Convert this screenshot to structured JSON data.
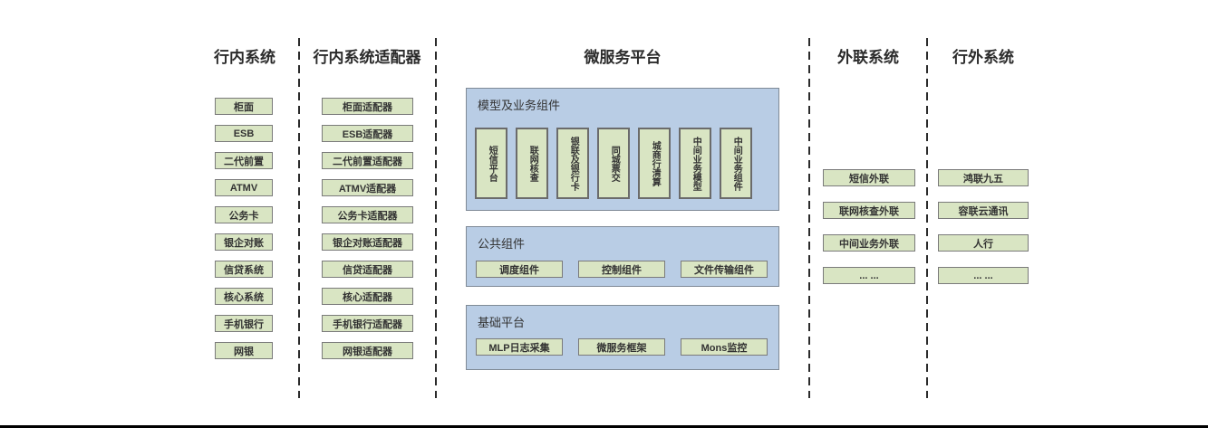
{
  "colors": {
    "box_fill": "#d9e5c3",
    "box_border": "#7a7a7a",
    "panel_fill": "#b9cde5",
    "panel_border": "#7f8a96",
    "separator": "#2b2b2b",
    "heading_text": "#2b2b2b",
    "label_text": "#333333",
    "bottom_rule": "#000000"
  },
  "columns": {
    "internal": {
      "title": "行内系统",
      "items": [
        "柜面",
        "ESB",
        "二代前置",
        "ATMV",
        "公务卡",
        "银企对账",
        "信贷系统",
        "核心系统",
        "手机银行",
        "网银"
      ]
    },
    "adapters": {
      "title": "行内系统适配器",
      "items": [
        "柜面适配器",
        "ESB适配器",
        "二代前置适配器",
        "ATMV适配器",
        "公务卡适配器",
        "银企对账适配器",
        "信贷适配器",
        "核心适配器",
        "手机银行适配器",
        "网银适配器"
      ]
    },
    "platform": {
      "title": "微服务平台",
      "model_group": {
        "title": "模型及业务组件",
        "items": [
          "短信平台",
          "联网核查",
          "银联及银行卡",
          "同城票交",
          "城商行清算",
          "中间业务模型",
          "中间业务组件"
        ]
      },
      "common_group": {
        "title": "公共组件",
        "items": [
          "调度组件",
          "控制组件",
          "文件传输组件"
        ]
      },
      "base_group": {
        "title": "基础平台",
        "items": [
          "MLP日志采集",
          "微服务框架",
          "Mons监控"
        ]
      }
    },
    "outreach": {
      "title": "外联系统",
      "items": [
        "短信外联",
        "联网核查外联",
        "中间业务外联",
        "... ..."
      ]
    },
    "external": {
      "title": "行外系统",
      "items": [
        "鸿联九五",
        "容联云通讯",
        "人行",
        "... ..."
      ]
    }
  }
}
